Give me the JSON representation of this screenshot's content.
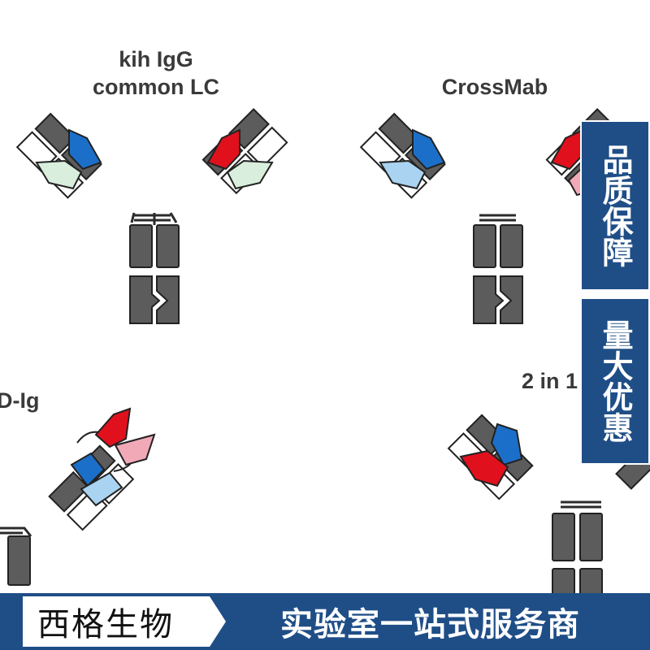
{
  "labels": {
    "kih_line1": "kih IgG",
    "kih_line2": "common LC",
    "crossmab": "CrossMab",
    "dvd": "D-Ig",
    "twoinone": "2 in 1"
  },
  "side_banner": {
    "top_text": "品质保障",
    "bottom_text": "量大优惠"
  },
  "footer": {
    "brand": "西格生物",
    "slogan": "实验室一站式服务商"
  },
  "colors": {
    "dark_domain": "#5c5c5c",
    "blue": "#1c6fc9",
    "light_blue": "#a9d3f1",
    "red": "#e0111d",
    "pink": "#f2a9b7",
    "light_green": "#d9eedd",
    "banner": "#1f4e87"
  }
}
